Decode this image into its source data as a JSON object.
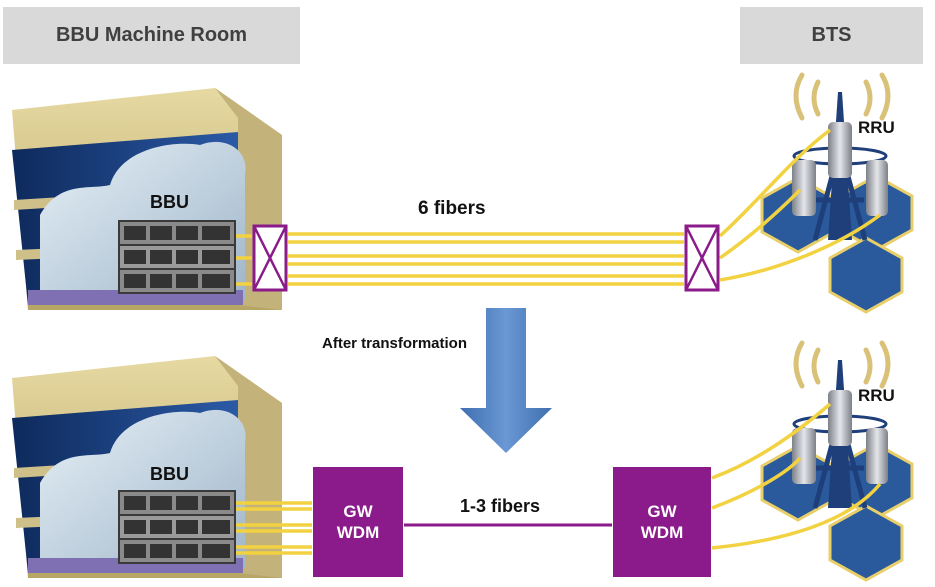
{
  "headers": {
    "left": "BBU Machine Room",
    "right": "BTS"
  },
  "labels": {
    "bbu_top": "BBU",
    "bbu_bottom": "BBU",
    "rru_top": "RRU",
    "rru_bottom": "RRU",
    "fibers_before": "6 fibers",
    "fibers_after": "1-3 fibers",
    "transition": "After transformation"
  },
  "wdm": {
    "left": {
      "line1": "GW",
      "line2": "WDM"
    },
    "right": {
      "line1": "GW",
      "line2": "WDM"
    }
  },
  "colors": {
    "fiber": "#f2d240",
    "purple": "#8b1a8a",
    "arrow": "#4a7ebb",
    "header_bg": "#d9d9d9",
    "hex_fill": "#2a5a9c",
    "hex_edge": "#e8cf6a"
  }
}
